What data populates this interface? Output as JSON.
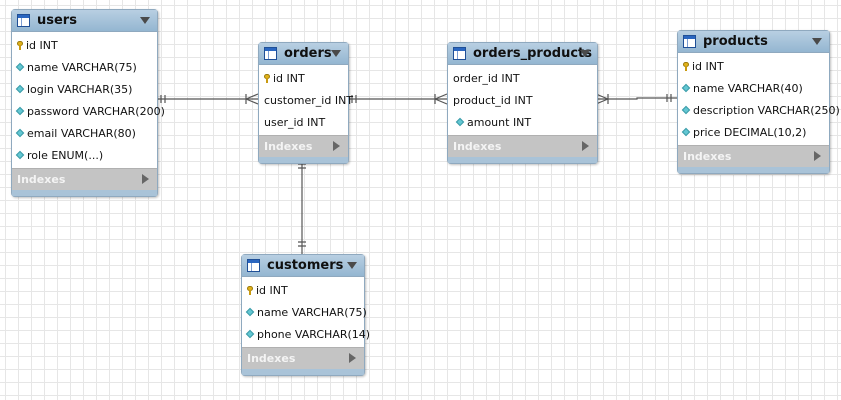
{
  "diagram": {
    "tables": [
      {
        "id": "users",
        "name": "users",
        "columns": [
          {
            "label": "id INT",
            "icon": "primary-key-icon"
          },
          {
            "label": "name VARCHAR(75)",
            "icon": "attribute-icon"
          },
          {
            "label": "login VARCHAR(35)",
            "icon": "attribute-icon"
          },
          {
            "label": "password VARCHAR(200)",
            "icon": "attribute-icon"
          },
          {
            "label": "email VARCHAR(80)",
            "icon": "attribute-icon"
          },
          {
            "label": "role ENUM(...)",
            "icon": "attribute-icon"
          }
        ],
        "indexes_label": "Indexes"
      },
      {
        "id": "orders",
        "name": "orders",
        "columns": [
          {
            "label": "id INT",
            "icon": "primary-key-icon"
          },
          {
            "label": "customer_id INT",
            "icon": "none"
          },
          {
            "label": "user_id INT",
            "icon": "none"
          }
        ],
        "indexes_label": "Indexes"
      },
      {
        "id": "orders_products",
        "name": "orders_products",
        "columns": [
          {
            "label": "order_id INT",
            "icon": "none"
          },
          {
            "label": "product_id INT",
            "icon": "none"
          },
          {
            "label": "amount INT",
            "icon": "attribute-icon"
          }
        ],
        "indexes_label": "Indexes"
      },
      {
        "id": "products",
        "name": "products",
        "columns": [
          {
            "label": "id INT",
            "icon": "primary-key-icon"
          },
          {
            "label": "name VARCHAR(40)",
            "icon": "attribute-icon"
          },
          {
            "label": "description VARCHAR(250)",
            "icon": "attribute-icon"
          },
          {
            "label": "price DECIMAL(10,2)",
            "icon": "attribute-icon"
          }
        ],
        "indexes_label": "Indexes"
      },
      {
        "id": "customers",
        "name": "customers",
        "columns": [
          {
            "label": "id INT",
            "icon": "primary-key-icon"
          },
          {
            "label": "name VARCHAR(75)",
            "icon": "attribute-icon"
          },
          {
            "label": "phone VARCHAR(14)",
            "icon": "attribute-icon"
          }
        ],
        "indexes_label": "Indexes"
      }
    ],
    "relationships": [
      {
        "from": "users",
        "to": "orders",
        "from_end": "one-and-only-one",
        "to_end": "one-or-many"
      },
      {
        "from": "orders",
        "to": "orders_products",
        "from_end": "one-and-only-one",
        "to_end": "one-or-many"
      },
      {
        "from": "products",
        "to": "orders_products",
        "from_end": "one-and-only-one",
        "to_end": "one-or-many"
      },
      {
        "from": "customers",
        "to": "orders",
        "from_end": "one-and-only-one",
        "to_end": "one-and-only-one"
      }
    ],
    "colors": {
      "header": "#a6c3db",
      "indexes_bar": "#c4c4c4",
      "line": "#555555",
      "primary_key": "#e1b21a",
      "attribute": "#62c7d3"
    }
  }
}
